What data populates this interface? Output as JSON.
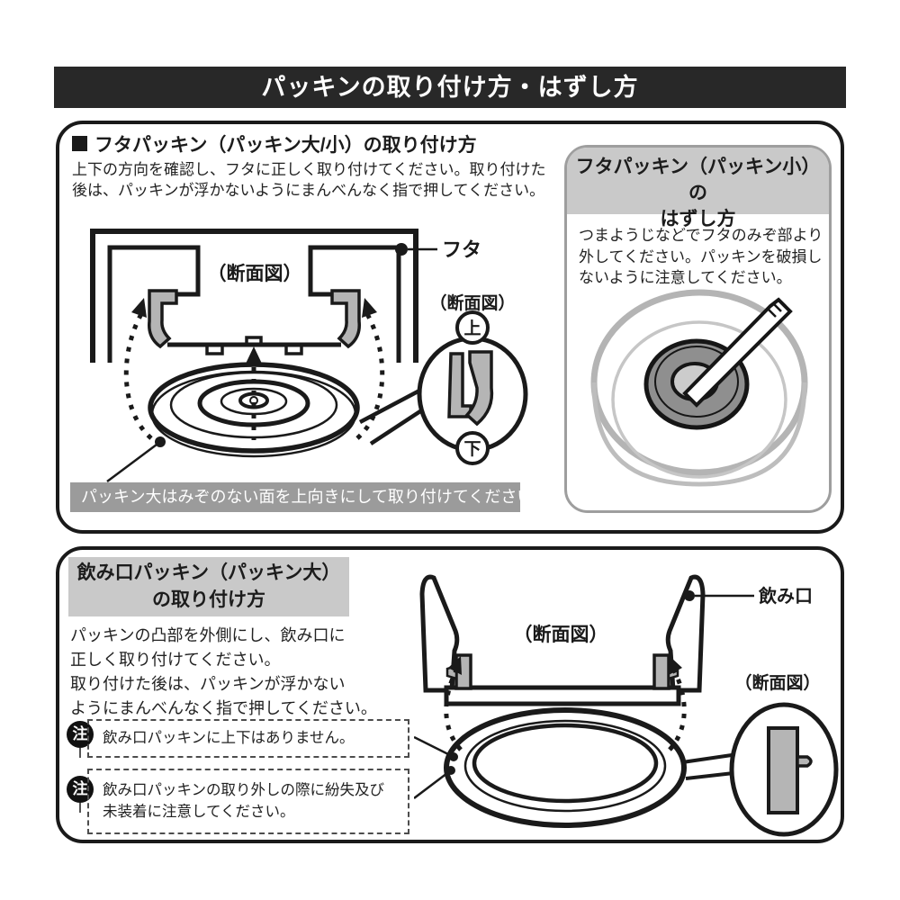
{
  "title_bar": {
    "text": "パッキンの取り付け方・はずし方"
  },
  "top_section": {
    "heading_bullet": "",
    "heading": "フタパッキン（パッキン大/小）の取り付け方",
    "body_lines": [
      "上下の方向を確認し、フタに正しく取り付けてください。取り付けた",
      "後は、パッキンが浮かないようにまんべんなく指で押してください。"
    ],
    "diagram": {
      "cross_section_label": "（断面図）",
      "lid_label": "フタ",
      "detail_label": "（断面図）",
      "detail_top_marker": "上",
      "detail_bottom_marker": "下",
      "caption": "パッキン大はみぞのない面を上向きにして取り付けてください"
    },
    "removal_box": {
      "title_lines": [
        "フタパッキン（パッキン小）の",
        "はずし方"
      ],
      "body_lines": [
        "つまようじなどでフタのみぞ部より",
        "外してください。パッキンを破損し",
        "ないように注意してください。"
      ]
    }
  },
  "bottom_section": {
    "title_lines": [
      "飲み口パッキン（パッキン大）",
      "の取り付け方"
    ],
    "body_lines": [
      "パッキンの凸部を外側にし、飲み口に",
      "正しく取り付けてください。",
      "取り付けた後は、パッキンが浮かない",
      "ようにまんべんなく指で押してください。"
    ],
    "notes": [
      {
        "badge": "注",
        "lines": [
          "飲み口パッキンに上下はありません。"
        ]
      },
      {
        "badge": "注",
        "lines": [
          "飲み口パッキンの取り外しの際に紛失及び",
          "未装着に注意してください。"
        ]
      }
    ],
    "diagram": {
      "cross_section_label": "（断面図）",
      "spout_label": "飲み口",
      "detail_label": "（断面図）"
    }
  },
  "colors": {
    "title_bar_bg": "#282828",
    "panel_border": "#1a1a1a",
    "gray_header_bg": "#c9c9c9",
    "caption_bg": "#9b9b9b",
    "diagram_gray_fill": "#b5b5b5",
    "light_gray_ring": "#b4b4b4",
    "gasket_dark_gray": "#8f8f8f"
  }
}
